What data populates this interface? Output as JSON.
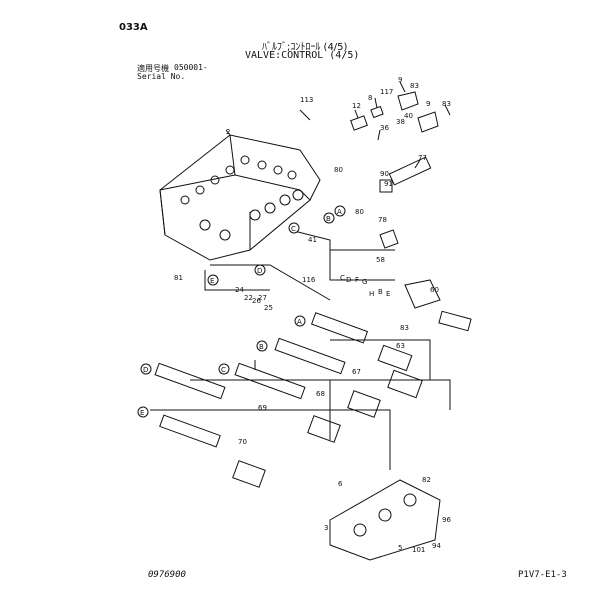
{
  "header": {
    "page_code": "033A",
    "title_jp": "ﾊﾞﾙﾌﾞ;ｺﾝﾄﾛｰﾙ (4/5)",
    "title_en": "VALVE:CONTROL (4/5)",
    "serial_label_jp": "適用号機",
    "serial_value": "050001-",
    "serial_label_en": "Serial No."
  },
  "footer": {
    "catalog_no": "0976900",
    "page_ref": "P1V7-E1-3"
  },
  "part_numbers": [
    "113",
    "12",
    "8",
    "117",
    "9",
    "83",
    "9",
    "83",
    "2",
    "36",
    "38",
    "40",
    "77",
    "80",
    "90",
    "91",
    "80",
    "78",
    "A",
    "B",
    "C",
    "41",
    "D",
    "58",
    "60",
    "E",
    "81",
    "24",
    "22",
    "26",
    "27",
    "25",
    "116",
    "83",
    "A",
    "B",
    "63",
    "C",
    "D",
    "67",
    "68",
    "69",
    "E",
    "70",
    "82",
    "6",
    "3",
    "5",
    "96",
    "94",
    "101"
  ],
  "callouts": [
    "A",
    "B",
    "C",
    "D",
    "E",
    "C",
    "D",
    "F",
    "G",
    "H",
    "B",
    "E"
  ]
}
